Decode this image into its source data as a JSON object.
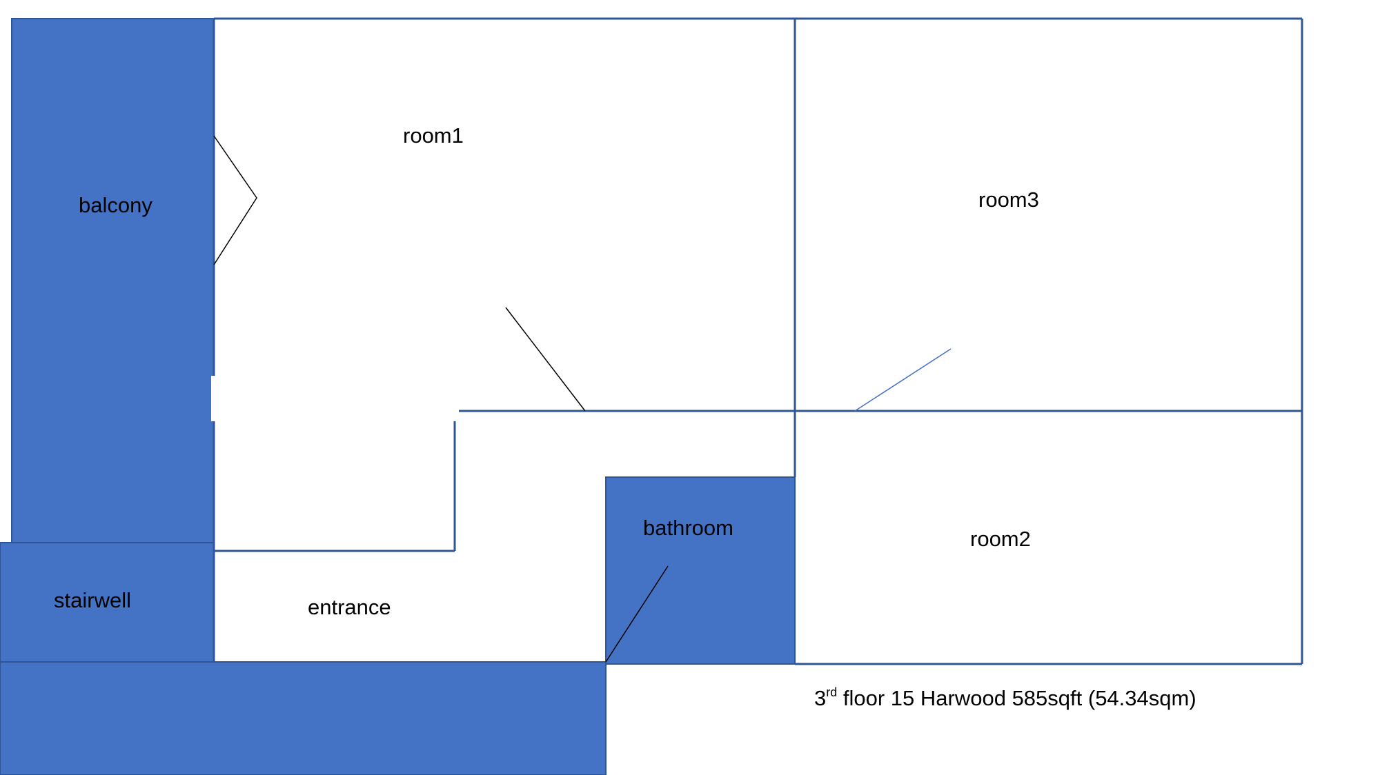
{
  "colors": {
    "fill": "#4472c4",
    "wall": "#2f5597",
    "door": "#000000",
    "door_light": "#4472c4",
    "background": "#ffffff"
  },
  "rooms": {
    "balcony": "balcony",
    "stairwell": "stairwell",
    "entrance": "entrance",
    "bathroom": "bathroom",
    "room1": "room1",
    "room2": "room2",
    "room3": "room3"
  },
  "caption": {
    "floor_number": "3",
    "floor_suffix": "rd",
    "text": " floor 15 Harwood 585sqft (54.34sqm)"
  }
}
